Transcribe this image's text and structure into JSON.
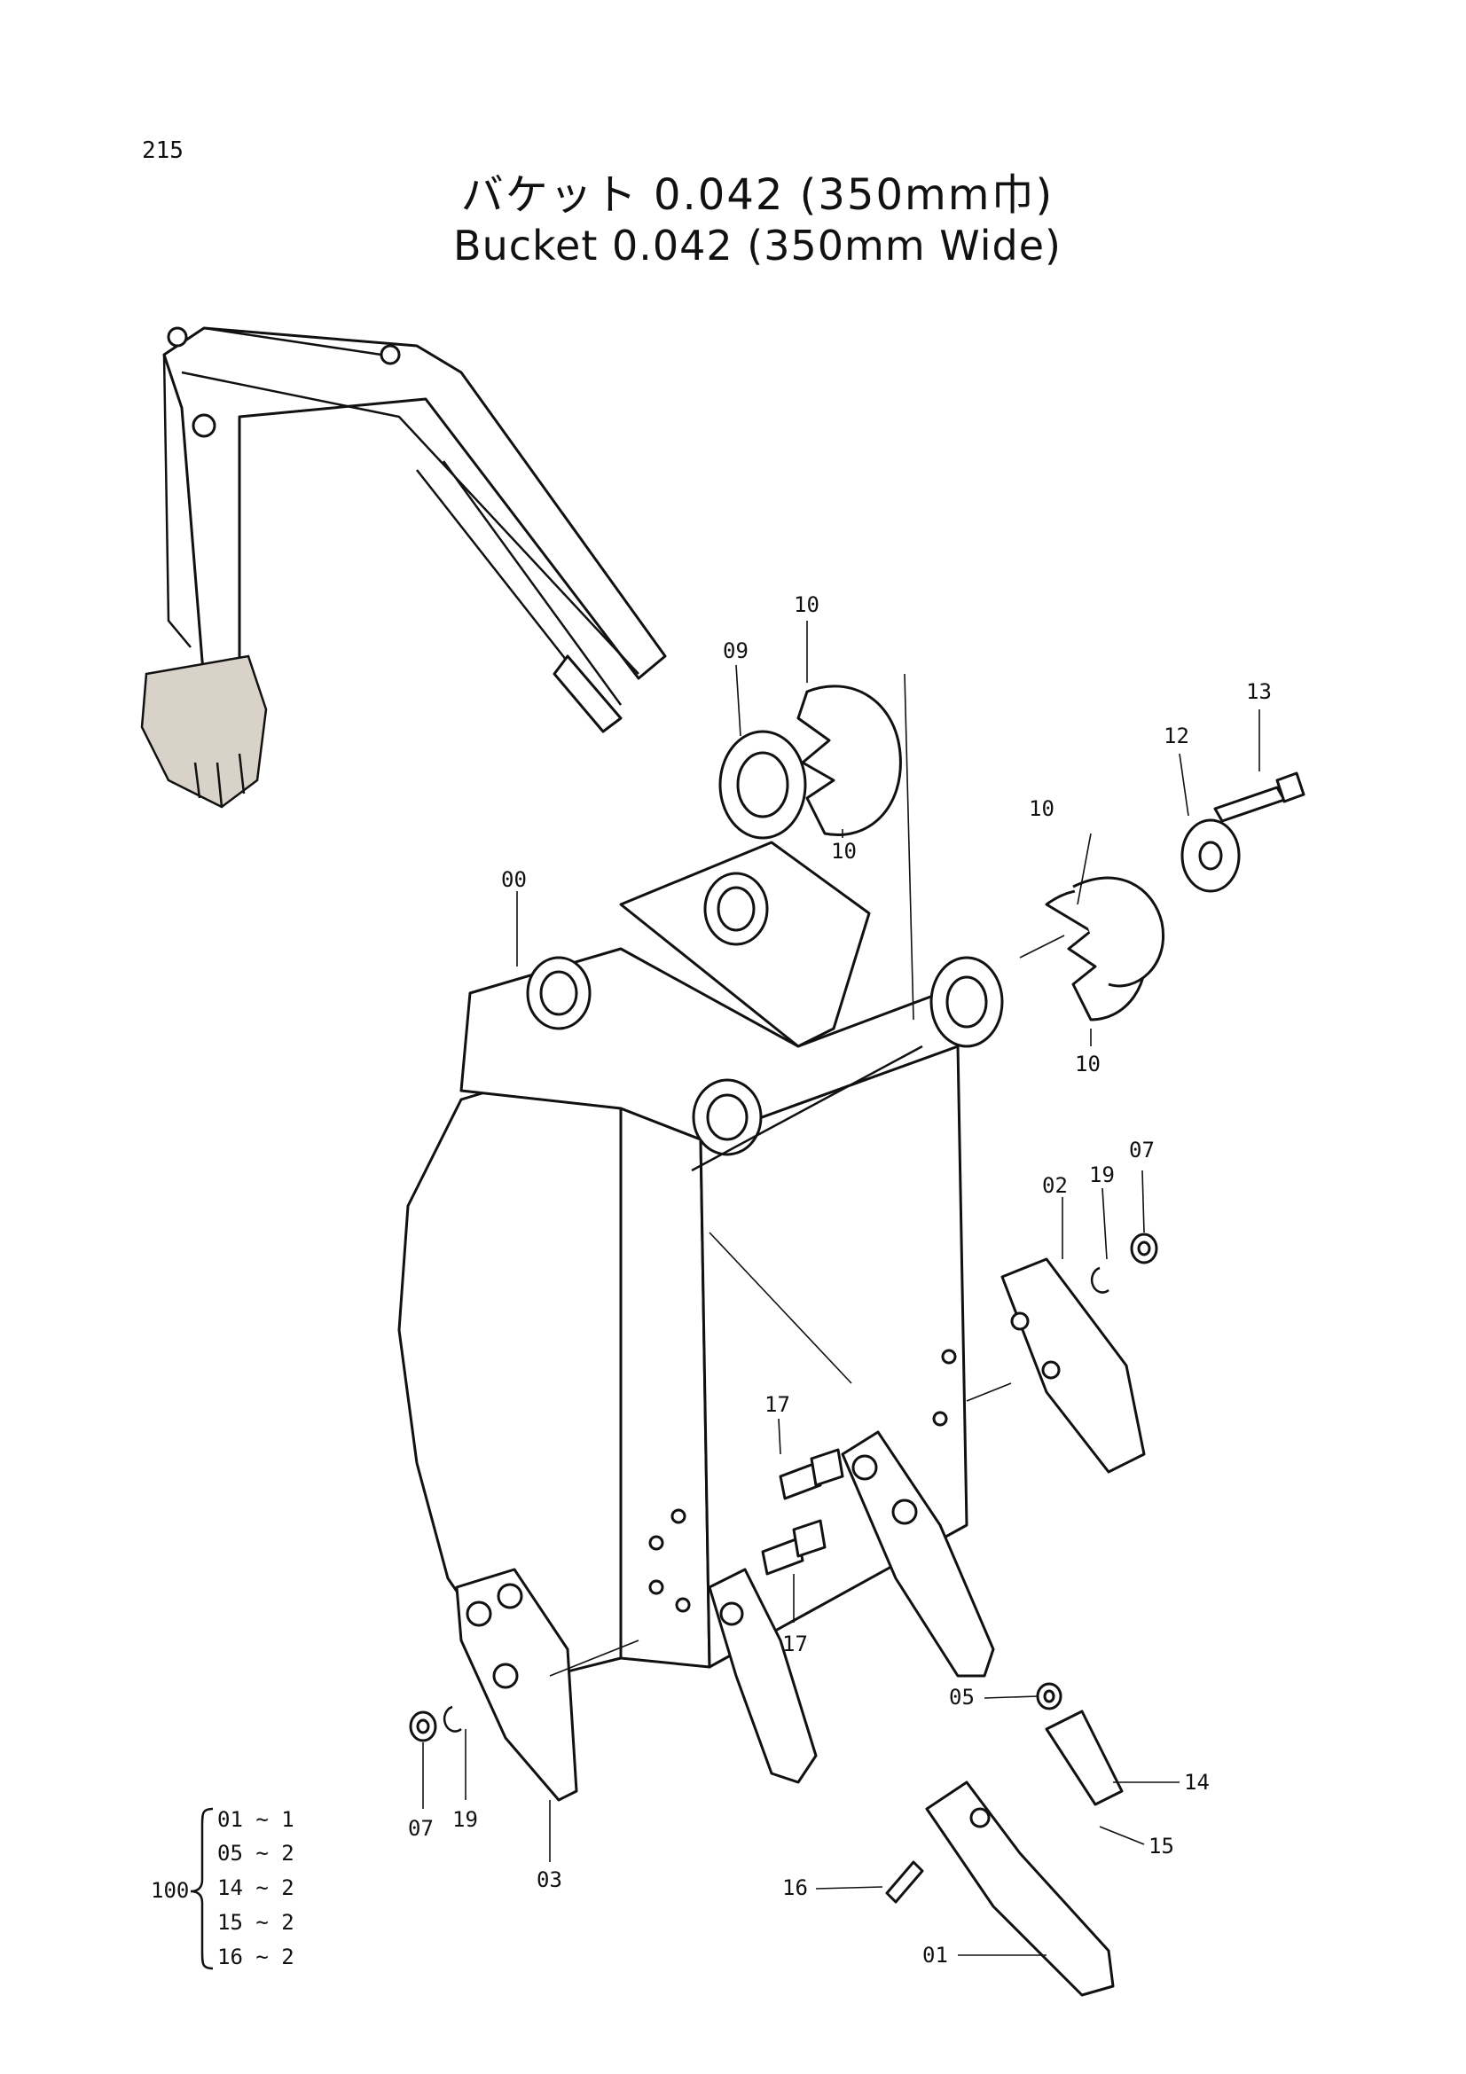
{
  "page_number": "215",
  "title_jp": "バケット 0.042 (350mm巾)",
  "title_en": "Bucket 0.042 (350mm Wide)",
  "callouts": {
    "c00": "00",
    "c01": "01",
    "c02": "02",
    "c03": "03",
    "c05": "05",
    "c07a": "07",
    "c07b": "07",
    "c09": "09",
    "c10a": "10",
    "c10b": "10",
    "c10c": "10",
    "c10d": "10",
    "c12": "12",
    "c13": "13",
    "c14": "14",
    "c15": "15",
    "c16": "16",
    "c17a": "17",
    "c17b": "17",
    "c19a": "19",
    "c19b": "19"
  },
  "kit": {
    "number": "100",
    "items": [
      "01 ~ 1",
      "05 ~ 2",
      "14 ~ 2",
      "15 ~ 2",
      "16 ~ 2"
    ]
  }
}
